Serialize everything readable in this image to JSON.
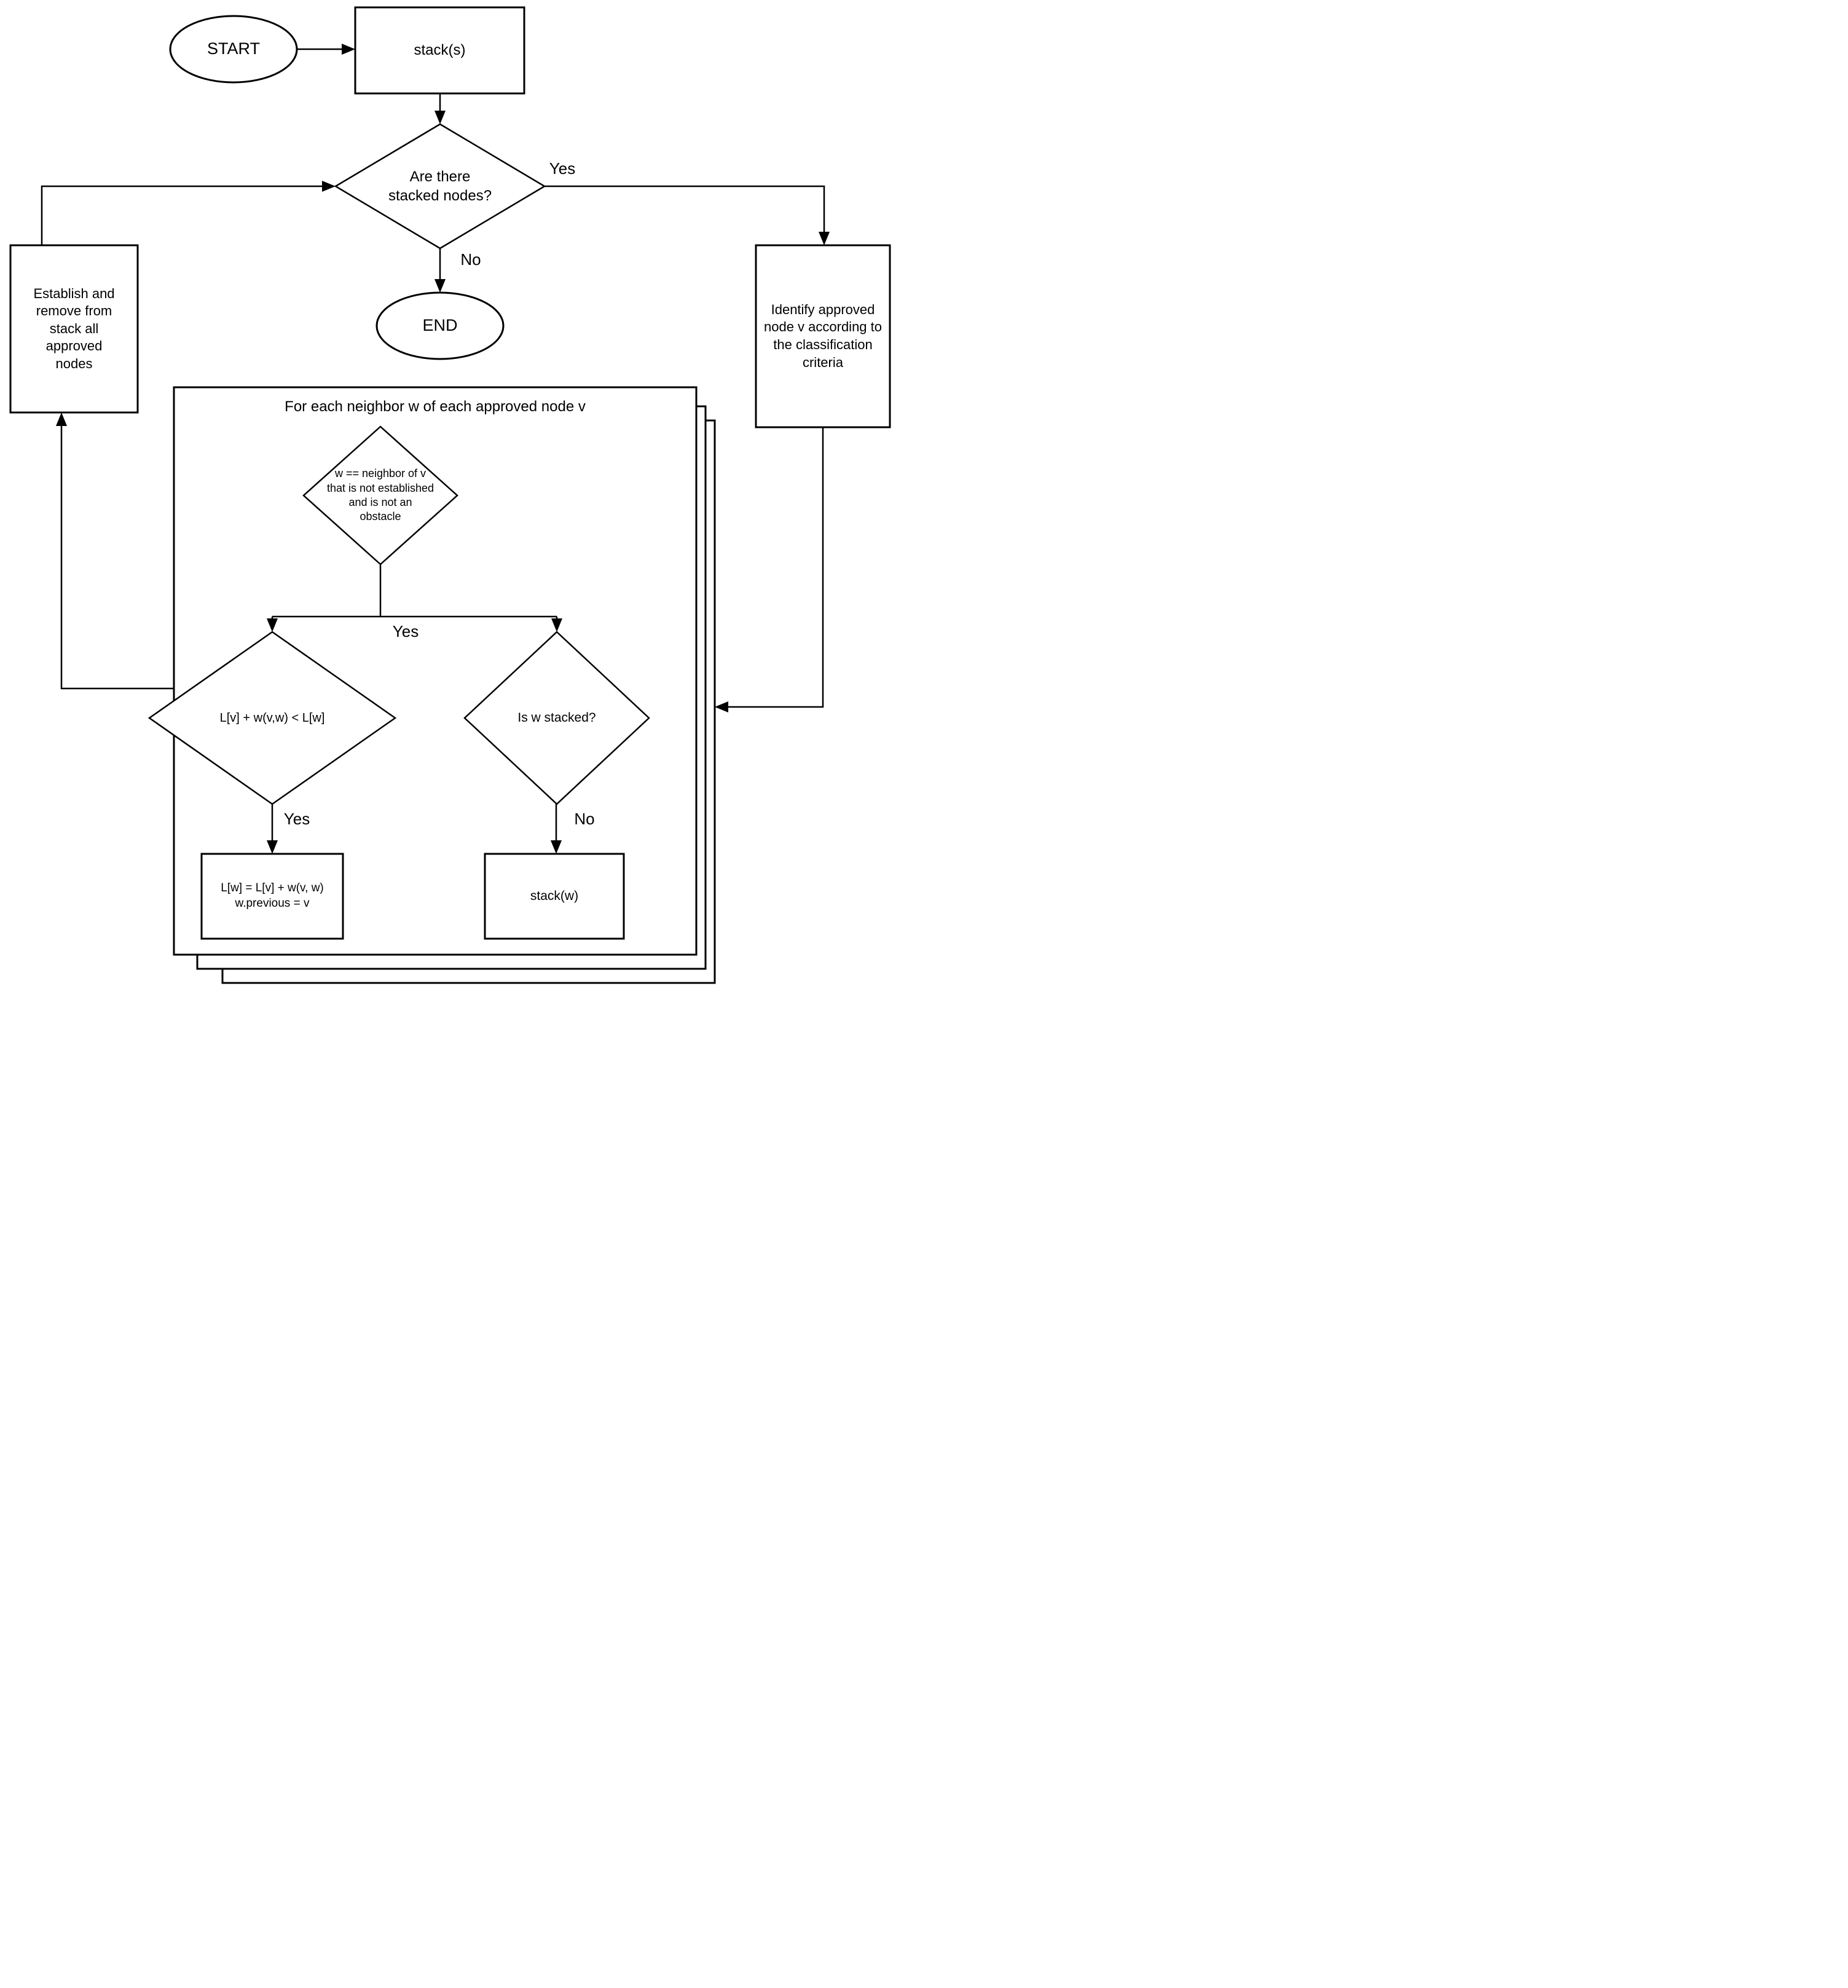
{
  "diagram": {
    "colors": {
      "line": "#000000",
      "fill": "#ffffff",
      "background": "#ffffff"
    },
    "nodes": {
      "start": {
        "label": "START"
      },
      "stack_s": {
        "label": "stack(s)"
      },
      "stacked_nodes_q": {
        "lines": [
          "Are there",
          "stacked nodes?"
        ]
      },
      "end": {
        "label": "END"
      },
      "identify": {
        "lines": [
          "Identify approved",
          "node v according to",
          "the classification",
          "criteria"
        ]
      },
      "establish": {
        "lines": [
          "Establish and",
          "remove from",
          "stack all",
          "approved",
          "nodes"
        ]
      },
      "loop_container": {
        "title": "For each neighbor w of each approved node v"
      },
      "neighbor_q": {
        "lines": [
          "w == neighbor of v",
          "that is not established",
          "and is not an",
          "obstacle"
        ]
      },
      "relax_q": {
        "label": "L[v] + w(v,w) < L[w]"
      },
      "stacked_w_q": {
        "label": "Is w stacked?"
      },
      "relax": {
        "lines": [
          "L[w] = L[v] + w(v, w)",
          "w.previous = v"
        ]
      },
      "stack_w": {
        "label": "stack(w)"
      }
    },
    "edge_labels": {
      "yes_top": "Yes",
      "no_top": "No",
      "yes_split": "Yes",
      "yes_left": "Yes",
      "no_right": "No"
    }
  }
}
